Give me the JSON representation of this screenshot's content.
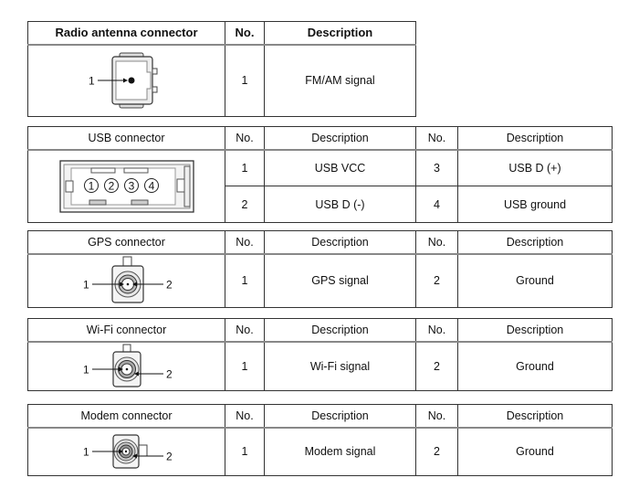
{
  "radio": {
    "headers": [
      "Radio antenna connector",
      "No.",
      "Description"
    ],
    "pin_labels": [
      "1"
    ],
    "rows": [
      {
        "no": "1",
        "desc": "FM/AM signal"
      }
    ]
  },
  "usb": {
    "headers": [
      "USB connector",
      "No.",
      "Description",
      "No.",
      "Description"
    ],
    "pin_labels": [
      "1",
      "2",
      "3",
      "4"
    ],
    "rows": [
      {
        "no_a": "1",
        "desc_a": "USB VCC",
        "no_b": "3",
        "desc_b": "USB D (+)"
      },
      {
        "no_a": "2",
        "desc_a": "USB D (-)",
        "no_b": "4",
        "desc_b": "USB ground"
      }
    ]
  },
  "gps": {
    "headers": [
      "GPS connector",
      "No.",
      "Description",
      "No.",
      "Description"
    ],
    "pin_labels": [
      "1",
      "2"
    ],
    "rows": [
      {
        "no_a": "1",
        "desc_a": "GPS signal",
        "no_b": "2",
        "desc_b": "Ground"
      }
    ]
  },
  "wifi": {
    "headers": [
      "Wi-Fi connector",
      "No.",
      "Description",
      "No.",
      "Description"
    ],
    "pin_labels": [
      "1",
      "2"
    ],
    "rows": [
      {
        "no_a": "1",
        "desc_a": "Wi-Fi signal",
        "no_b": "2",
        "desc_b": "Ground"
      }
    ]
  },
  "modem": {
    "headers": [
      "Modem connector",
      "No.",
      "Description",
      "No.",
      "Description"
    ],
    "pin_labels": [
      "1",
      "2"
    ],
    "rows": [
      {
        "no_a": "1",
        "desc_a": "Modem signal",
        "no_b": "2",
        "desc_b": "Ground"
      }
    ]
  }
}
